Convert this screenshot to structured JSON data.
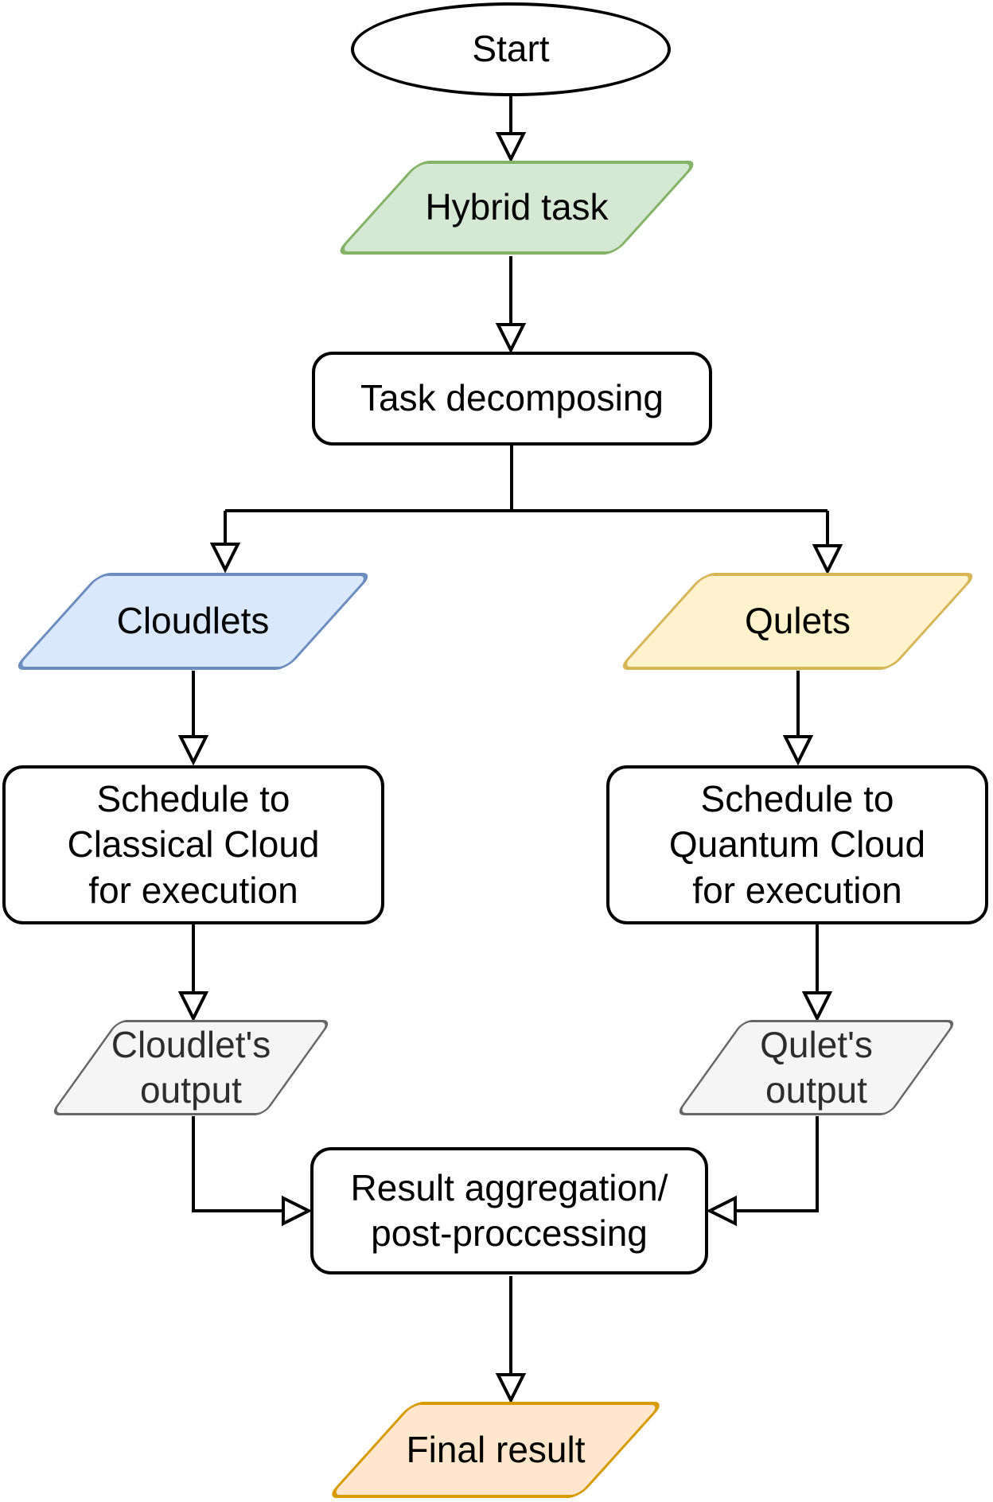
{
  "diagram_title": "Hybrid task scheduling flowchart",
  "nodes": {
    "start": {
      "label": "Start",
      "shape": "ellipse",
      "fill": "#ffffff",
      "stroke": "#000000"
    },
    "hybrid_task": {
      "label": "Hybrid task",
      "shape": "parallelogram",
      "fill": "#d5e8d4",
      "stroke": "#82b366"
    },
    "task_decomposing": {
      "label": "Task decomposing",
      "shape": "rounded-rect",
      "fill": "#ffffff",
      "stroke": "#000000"
    },
    "cloudlets": {
      "label": "Cloudlets",
      "shape": "parallelogram",
      "fill": "#dae8fc",
      "stroke": "#6c8ebf"
    },
    "qulets": {
      "label": "Qulets",
      "shape": "parallelogram",
      "fill": "#fff2cc",
      "stroke": "#d6b656"
    },
    "schedule_classical": {
      "label": "Schedule to\nClassical Cloud\nfor execution",
      "shape": "rounded-rect",
      "fill": "#ffffff",
      "stroke": "#000000"
    },
    "schedule_quantum": {
      "label": "Schedule to\nQuantum Cloud\nfor execution",
      "shape": "rounded-rect",
      "fill": "#ffffff",
      "stroke": "#000000"
    },
    "cloudlet_output": {
      "label": "Cloudlet's\noutput",
      "shape": "parallelogram",
      "fill": "#f5f5f5",
      "stroke": "#666666"
    },
    "qulet_output": {
      "label": "Qulet's\noutput",
      "shape": "parallelogram",
      "fill": "#f5f5f5",
      "stroke": "#666666"
    },
    "result_aggregation": {
      "label": "Result aggregation/\npost-proccessing",
      "shape": "rounded-rect",
      "fill": "#ffffff",
      "stroke": "#000000"
    },
    "final_result": {
      "label": "Final result",
      "shape": "parallelogram",
      "fill": "#ffe6cc",
      "stroke": "#d79b00"
    }
  },
  "edges": [
    {
      "from": "start",
      "to": "hybrid_task"
    },
    {
      "from": "hybrid_task",
      "to": "task_decomposing"
    },
    {
      "from": "task_decomposing",
      "to": "cloudlets"
    },
    {
      "from": "task_decomposing",
      "to": "qulets"
    },
    {
      "from": "cloudlets",
      "to": "schedule_classical"
    },
    {
      "from": "qulets",
      "to": "schedule_quantum"
    },
    {
      "from": "schedule_classical",
      "to": "cloudlet_output"
    },
    {
      "from": "schedule_quantum",
      "to": "qulet_output"
    },
    {
      "from": "cloudlet_output",
      "to": "result_aggregation"
    },
    {
      "from": "qulet_output",
      "to": "result_aggregation"
    },
    {
      "from": "result_aggregation",
      "to": "final_result"
    }
  ],
  "line_color": "#000000"
}
